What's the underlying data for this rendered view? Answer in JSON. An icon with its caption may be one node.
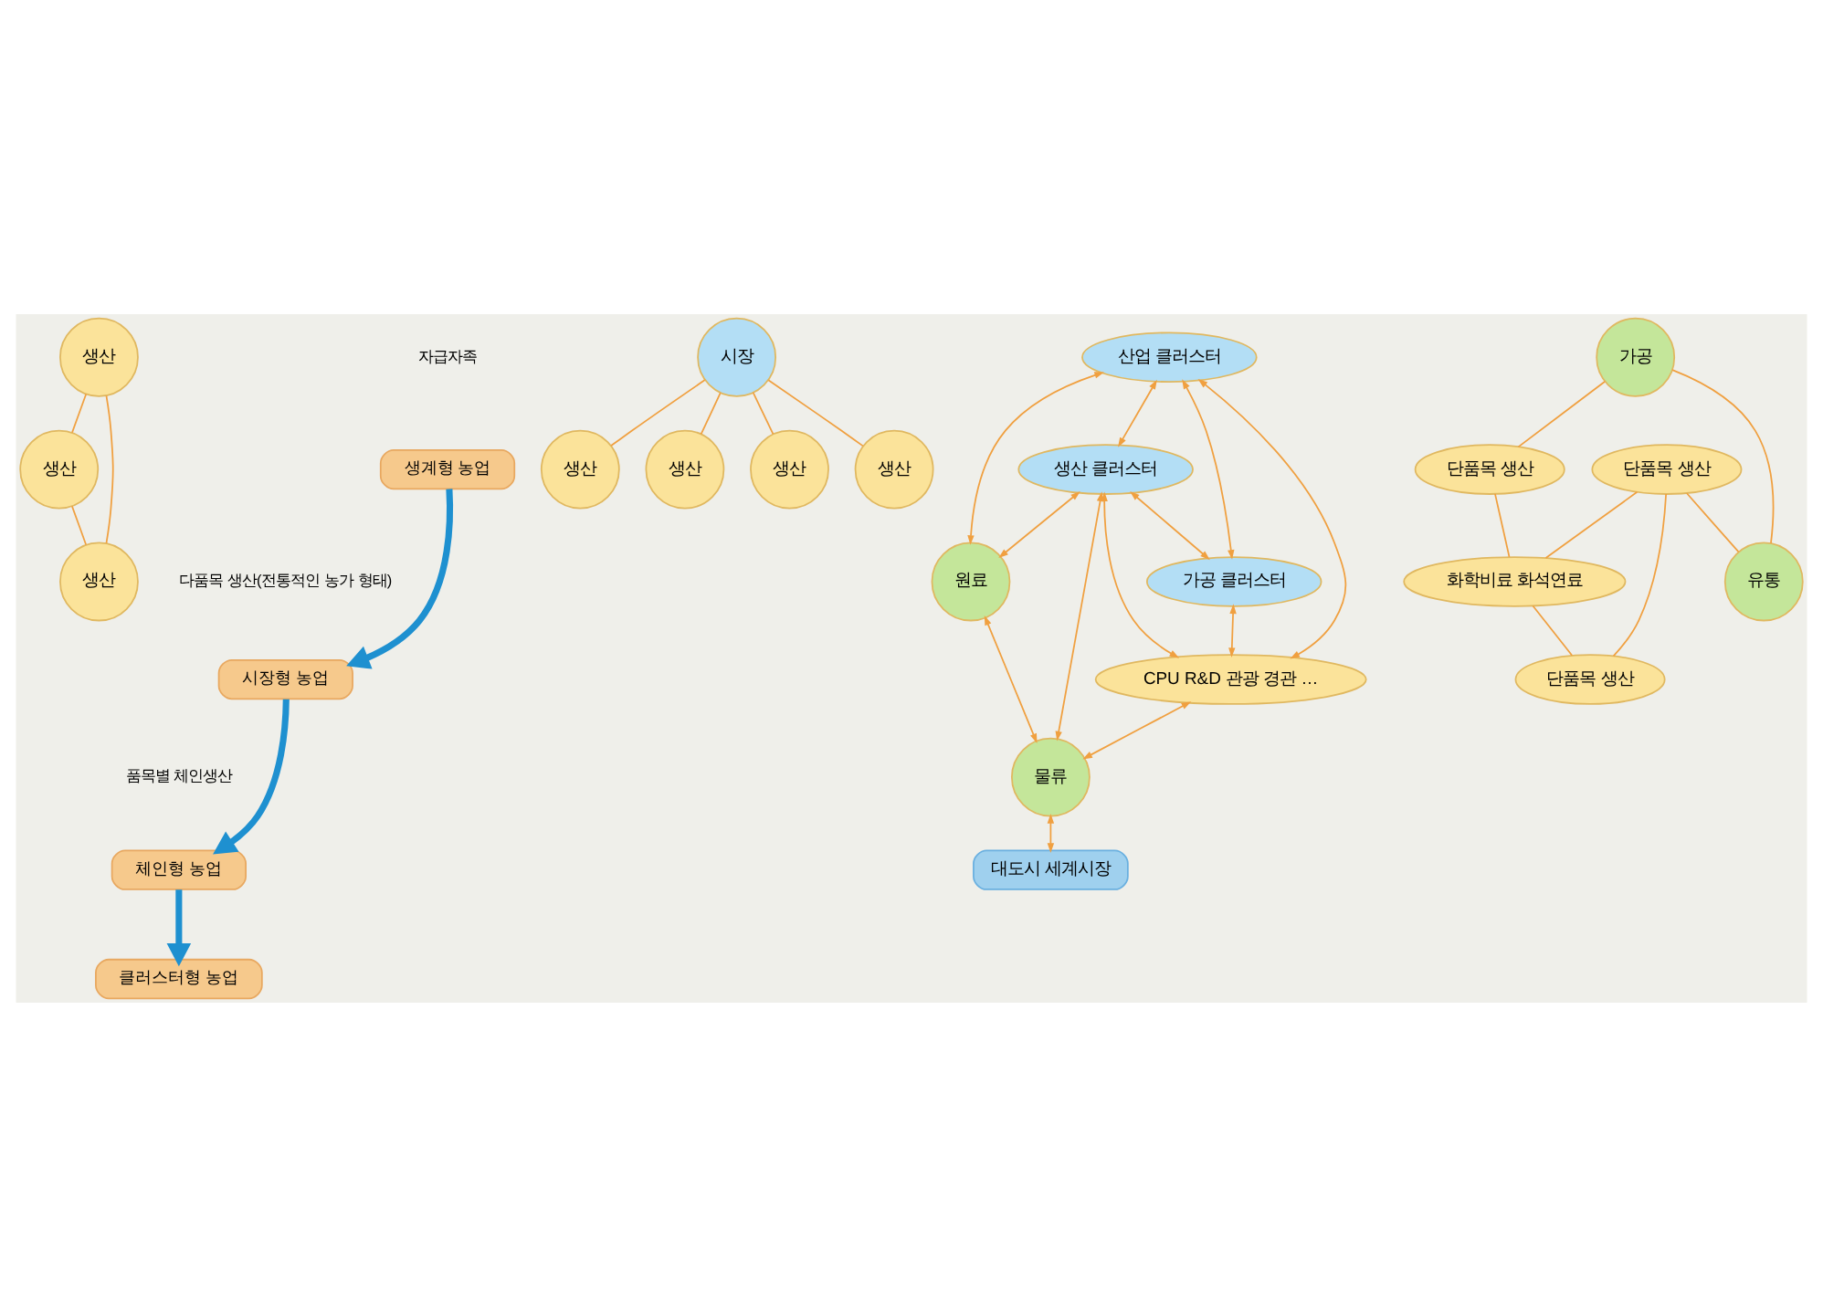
{
  "diagram": {
    "nodes": [
      {
        "text": [
          "생산"
        ]
      },
      {
        "text": [
          "생산"
        ]
      },
      {
        "text": [
          "생산"
        ]
      },
      {
        "text": [
          "생계형 농업"
        ]
      },
      {
        "text": [
          "생산"
        ]
      },
      {
        "text": [
          "생산"
        ]
      },
      {
        "text": [
          "시장"
        ]
      },
      {
        "text": [
          "생산"
        ]
      },
      {
        "text": [
          "생산"
        ]
      },
      {
        "text": [
          "시장형 농업"
        ]
      },
      {
        "text": [
          "산업 클러스터"
        ]
      },
      {
        "text": [
          "원료"
        ]
      },
      {
        "text": [
          "생산 클러스터"
        ]
      },
      {
        "text": [
          "가공 클러스터"
        ]
      },
      {
        "text": [
          "물류"
        ]
      },
      {
        "text": [
          "CPU R&D 관광 경관 …"
        ]
      },
      {
        "text": [
          "대도시 세계시장"
        ]
      },
      {
        "text": [
          "클러스터형 농업"
        ]
      },
      {
        "text": [
          "단품목 생산"
        ]
      },
      {
        "text": [
          "화학비료 화석연료"
        ]
      },
      {
        "text": [
          "가공"
        ]
      },
      {
        "text": [
          "단품목 생산"
        ]
      },
      {
        "text": [
          "유통"
        ]
      },
      {
        "text": [
          "단품목 생산"
        ]
      },
      {
        "text": [
          "체인형 농업"
        ]
      }
    ],
    "edges": [
      {
        "from": 0,
        "to": 1,
        "arrow": "none"
      },
      {
        "from": 0,
        "to": 2,
        "arrow": "none"
      },
      {
        "from": 1,
        "to": 2,
        "arrow": "none"
      },
      {
        "from": 6,
        "to": 4,
        "arrow": "none"
      },
      {
        "from": 6,
        "to": 5,
        "arrow": "none"
      },
      {
        "from": 6,
        "to": 7,
        "arrow": "none"
      },
      {
        "from": 6,
        "to": 8,
        "arrow": "none"
      },
      {
        "from": 3,
        "to": 9,
        "arrow": "to",
        "style": "thick",
        "color": "#1e90d0"
      },
      {
        "from": 9,
        "to": 24,
        "arrow": "to",
        "style": "thick",
        "color": "#1e90d0"
      },
      {
        "from": 24,
        "to": 17,
        "arrow": "to",
        "style": "thick",
        "color": "#1e90d0"
      },
      {
        "from": 10,
        "to": 11,
        "arrow": "both"
      },
      {
        "from": 10,
        "to": 12,
        "arrow": "both"
      },
      {
        "from": 10,
        "to": 13,
        "arrow": "both"
      },
      {
        "from": 10,
        "to": 15,
        "arrow": "both"
      },
      {
        "from": 12,
        "to": 11,
        "arrow": "both"
      },
      {
        "from": 12,
        "to": 13,
        "arrow": "both"
      },
      {
        "from": 12,
        "to": 15,
        "arrow": "both"
      },
      {
        "from": 12,
        "to": 14,
        "arrow": "both"
      },
      {
        "from": 11,
        "to": 14,
        "arrow": "both"
      },
      {
        "from": 13,
        "to": 15,
        "arrow": "both"
      },
      {
        "from": 15,
        "to": 14,
        "arrow": "both"
      },
      {
        "from": 14,
        "to": 16,
        "arrow": "both"
      },
      {
        "from": 18,
        "to": 19,
        "arrow": "none"
      },
      {
        "from": 21,
        "to": 19,
        "arrow": "none"
      },
      {
        "from": 19,
        "to": 23,
        "arrow": "none"
      },
      {
        "from": 20,
        "to": 21,
        "arrow": "none"
      },
      {
        "from": 20,
        "to": 22,
        "arrow": "none"
      },
      {
        "from": 18,
        "to": 22,
        "arrow": "none"
      },
      {
        "from": 18,
        "to": 23,
        "arrow": "none"
      }
    ],
    "labels": [
      "자급자족",
      "다품목 생산(전통적인 농가 형태)",
      "품목별 체인생산"
    ]
  }
}
